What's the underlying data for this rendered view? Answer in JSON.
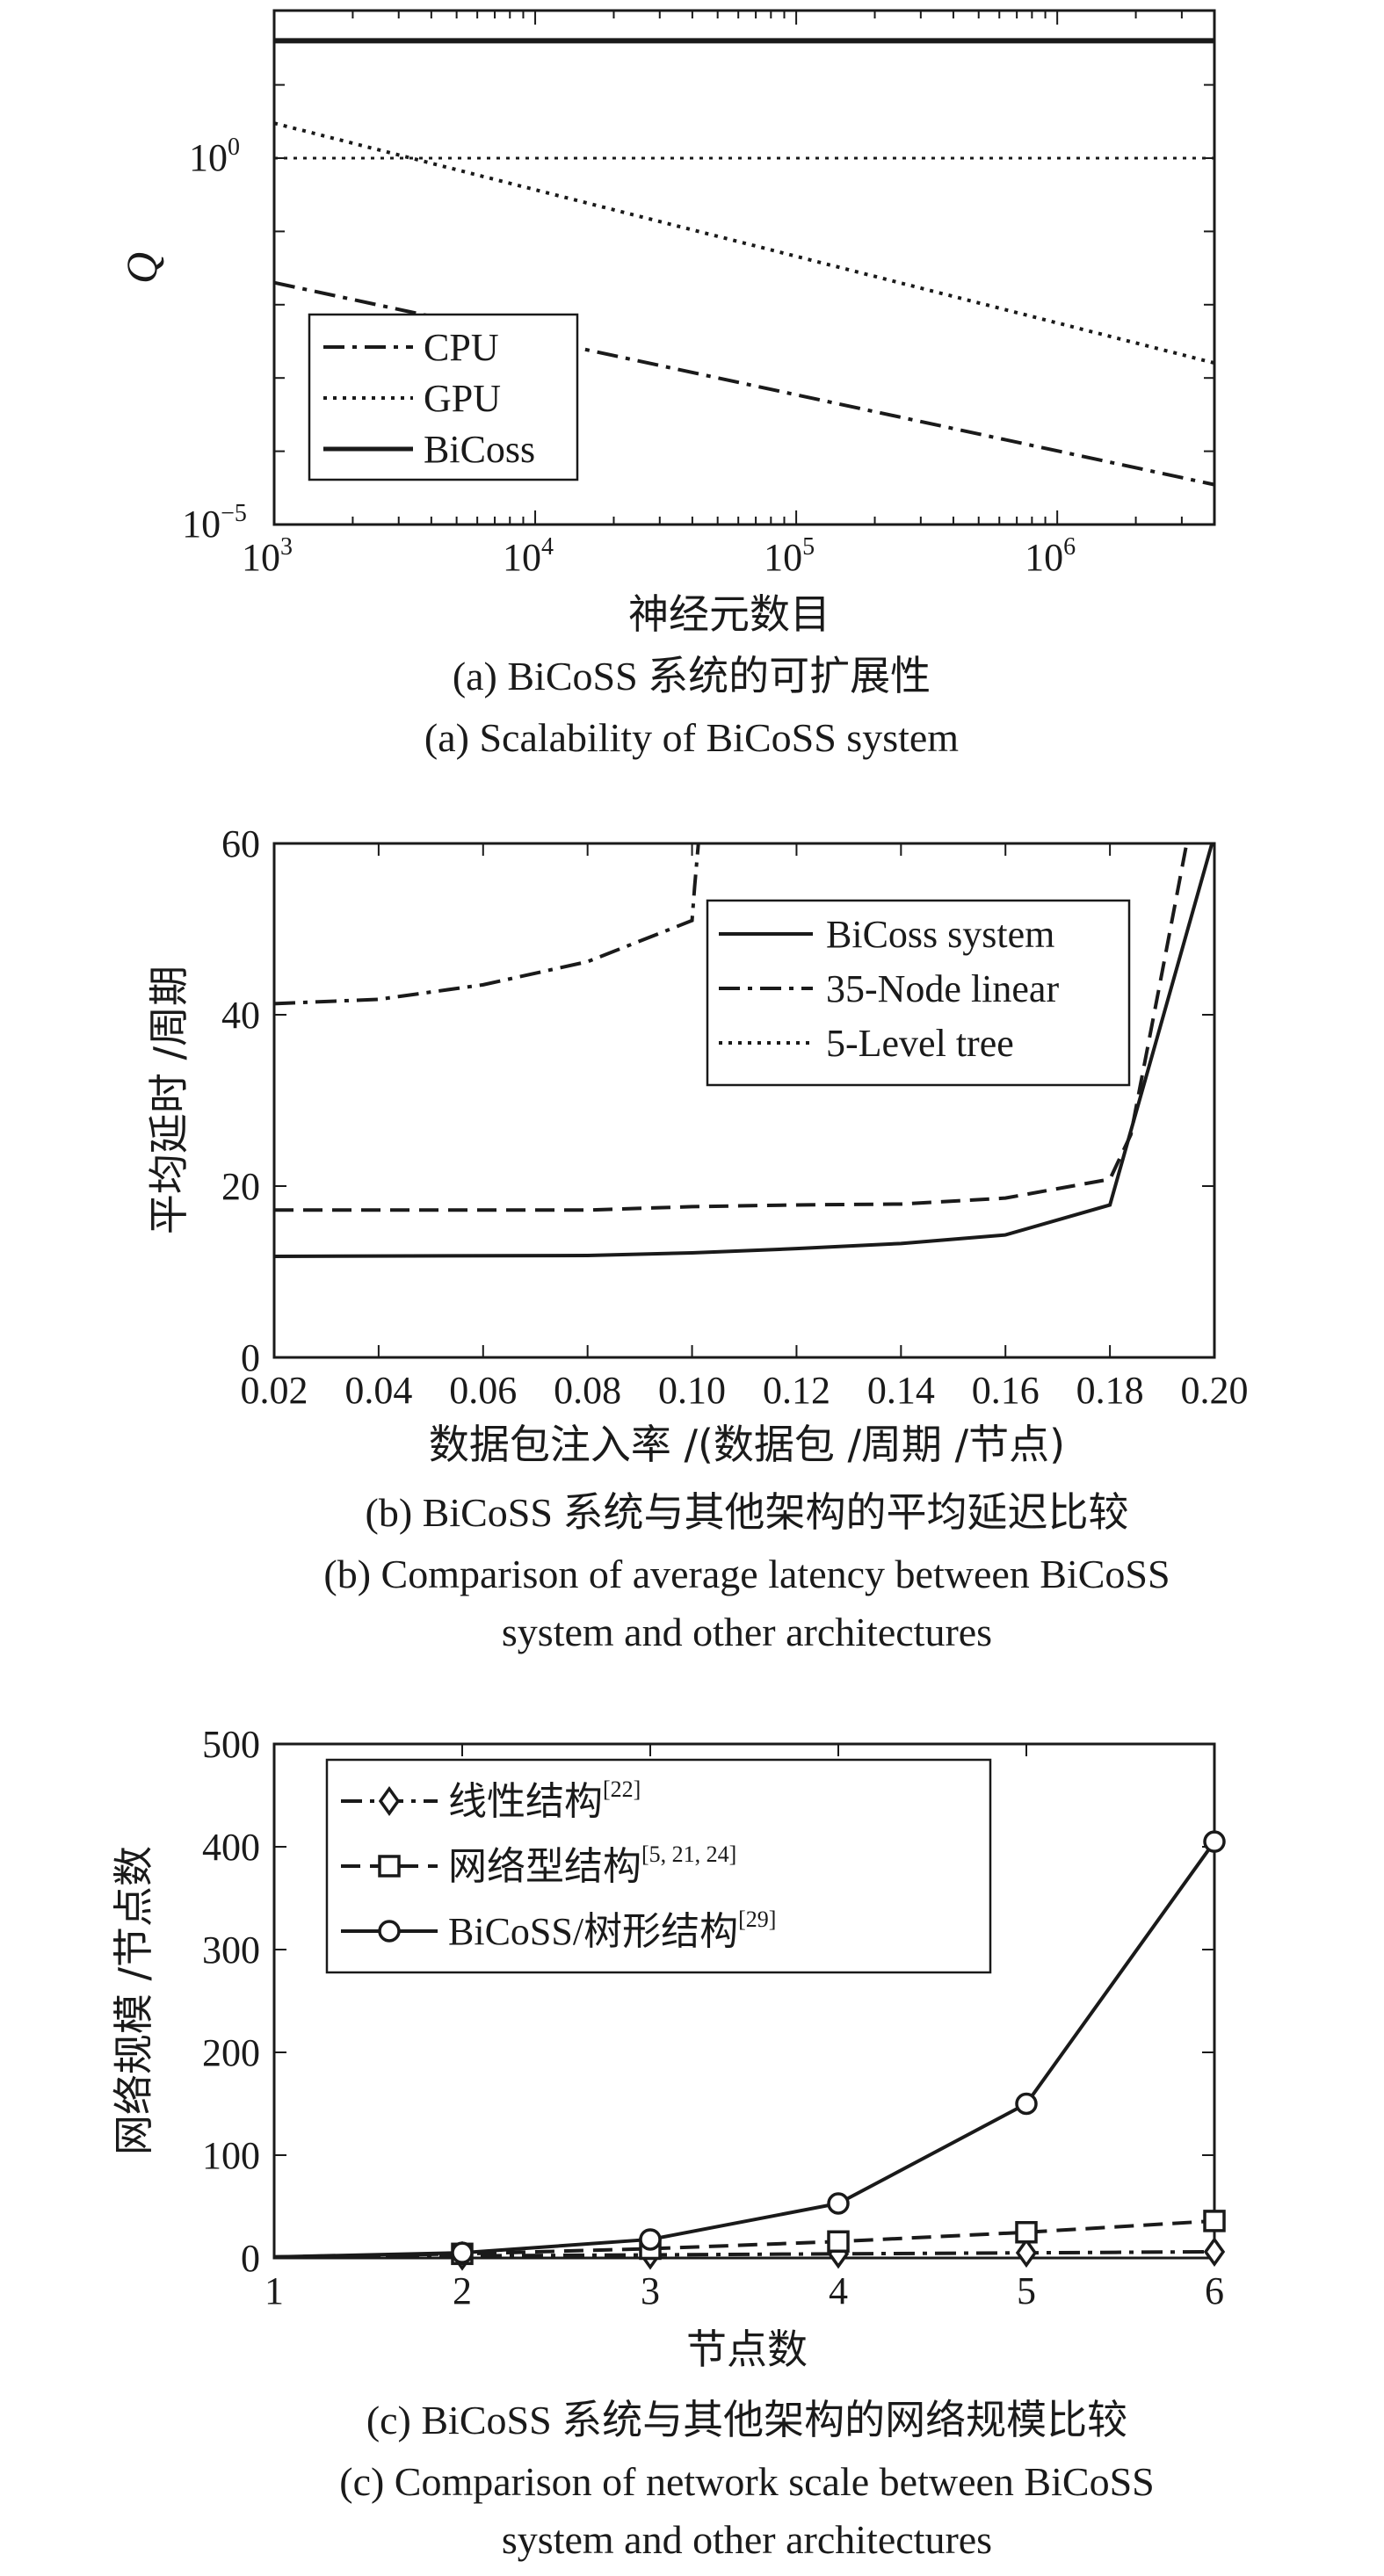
{
  "chart_data": [
    {
      "type": "line",
      "ylabel": "Q",
      "xlabel": "神经元数目",
      "xscale": "log",
      "yscale": "log",
      "xlim": [
        1000,
        4000000
      ],
      "x_ticks": [
        {
          "value": 1000,
          "base": "10",
          "exp": "3"
        },
        {
          "value": 10000,
          "base": "10",
          "exp": "4"
        },
        {
          "value": 100000,
          "base": "10",
          "exp": "5"
        },
        {
          "value": 1000000,
          "base": "10",
          "exp": "6"
        }
      ],
      "y_ticks": [
        {
          "value": 1,
          "base": "10",
          "exp": "0"
        },
        {
          "value": 1e-05,
          "base": "10",
          "exp": "−5"
        }
      ],
      "legend_position": "lower-left",
      "series": [
        {
          "name": "CPU",
          "style": "dashdot",
          "x": [
            1000,
            4000000
          ],
          "y": [
            0.02,
            3.5e-05
          ]
        },
        {
          "name": "GPU",
          "style": "dotted",
          "x": [
            1000,
            4000000
          ],
          "y": [
            3.0,
            0.0016
          ]
        },
        {
          "name": "BiCoss",
          "style": "solid",
          "x": [
            1000,
            4000000
          ],
          "y": [
            40,
            40
          ]
        }
      ],
      "reference_lines": [
        {
          "y": 1,
          "style": "dotted"
        }
      ],
      "caption_cn": "(a) BiCoSS 系统的可扩展性",
      "caption_en": "(a) Scalability of BiCoSS system"
    },
    {
      "type": "line",
      "ylabel": "平均延时 /周期",
      "xlabel": "数据包注入率 /(数据包 /周期 /节点)",
      "xlim": [
        0.02,
        0.2
      ],
      "ylim": [
        0,
        60
      ],
      "x_ticks": [
        "0.02",
        "0.04",
        "0.06",
        "0.08",
        "0.10",
        "0.12",
        "0.14",
        "0.16",
        "0.18",
        "0.20"
      ],
      "y_ticks": [
        "0",
        "20",
        "40",
        "60"
      ],
      "legend_position": "top-right",
      "series": [
        {
          "name": "BiCoss system",
          "style": "solid",
          "x": [
            0.02,
            0.08,
            0.1,
            0.12,
            0.14,
            0.16,
            0.18,
            0.2
          ],
          "y": [
            11.8,
            11.9,
            12.2,
            12.7,
            13.3,
            14.3,
            17.8,
            61
          ]
        },
        {
          "name": "35-Node linear",
          "style": "dashdot",
          "x": [
            0.02,
            0.04,
            0.06,
            0.08,
            0.09,
            0.1,
            0.1005,
            0.1015
          ],
          "y": [
            41.3,
            41.8,
            43.5,
            46.2,
            48.6,
            51.0,
            55,
            62
          ]
        },
        {
          "name": "5-Level tree",
          "style": "dashed",
          "x": [
            0.02,
            0.08,
            0.1,
            0.12,
            0.14,
            0.16,
            0.18,
            0.184,
            0.19,
            0.195
          ],
          "y": [
            17.2,
            17.2,
            17.6,
            17.8,
            17.9,
            18.6,
            20.8,
            26,
            45,
            61
          ]
        }
      ],
      "caption_cn": "(b) BiCoSS 系统与其他架构的平均延迟比较",
      "caption_en_lines": [
        "(b) Comparison of average latency between BiCoSS",
        "system and other architectures"
      ]
    },
    {
      "type": "line",
      "ylabel": "网络规模 /节点数",
      "xlabel": "节点数",
      "xlim": [
        1,
        6
      ],
      "ylim": [
        0,
        500
      ],
      "x_ticks": [
        "1",
        "2",
        "3",
        "4",
        "5",
        "6"
      ],
      "y_ticks": [
        "0",
        "100",
        "200",
        "300",
        "400",
        "500"
      ],
      "legend_position": "top-left",
      "series": [
        {
          "name": "线性结构",
          "ref": "[22]",
          "style": "dashdot",
          "marker": "diamond",
          "x": [
            1,
            2,
            3,
            4,
            5,
            6
          ],
          "y": [
            1,
            2,
            3,
            4,
            5,
            6
          ]
        },
        {
          "name": "网络型结构",
          "ref": "[5, 21, 24]",
          "style": "dashed",
          "marker": "square",
          "x": [
            1,
            2,
            3,
            4,
            5,
            6
          ],
          "y": [
            1,
            4,
            9,
            16,
            25,
            36
          ]
        },
        {
          "name": "BiCoSS/树形结构",
          "ref": "[29]",
          "style": "solid",
          "marker": "circle",
          "x": [
            1,
            2,
            3,
            4,
            5,
            6
          ],
          "y": [
            1,
            5,
            18,
            53,
            150,
            405
          ]
        }
      ],
      "caption_cn": "(c) BiCoSS 系统与其他架构的网络规模比较",
      "caption_en_lines": [
        "(c) Comparison of network scale between BiCoSS",
        "system and other architectures"
      ]
    }
  ]
}
